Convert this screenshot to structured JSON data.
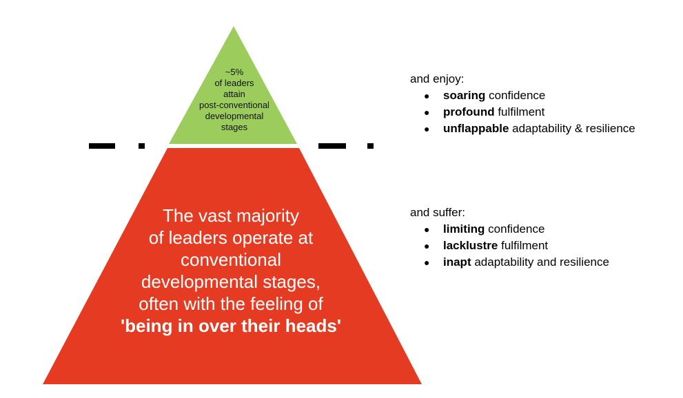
{
  "colors": {
    "tip": "#9ccc5c",
    "base": "#e53b22",
    "divider": "#000000"
  },
  "tip_text": [
    "~5%",
    "of leaders",
    "attain",
    "post-conventional",
    "developmental",
    "stages"
  ],
  "base_text": [
    "The vast majority",
    "of leaders operate at",
    "conventional",
    "developmental stages,",
    "often with the feeling of"
  ],
  "base_emphasis": "'being in over their heads'",
  "enjoy": {
    "intro": "and enjoy:",
    "items": [
      {
        "bold": "soaring",
        "rest": " confidence"
      },
      {
        "bold": "profound",
        "rest": " fulfilment"
      },
      {
        "bold": "unflappable",
        "rest": " adaptability & resilience"
      }
    ]
  },
  "suffer": {
    "intro": "and suffer:",
    "items": [
      {
        "bold": "limiting",
        "rest": " confidence"
      },
      {
        "bold": "lacklustre",
        "rest": " fulfilment"
      },
      {
        "bold": "inapt",
        "rest": " adaptability and resilience"
      }
    ]
  },
  "bullet_glyph": "●"
}
